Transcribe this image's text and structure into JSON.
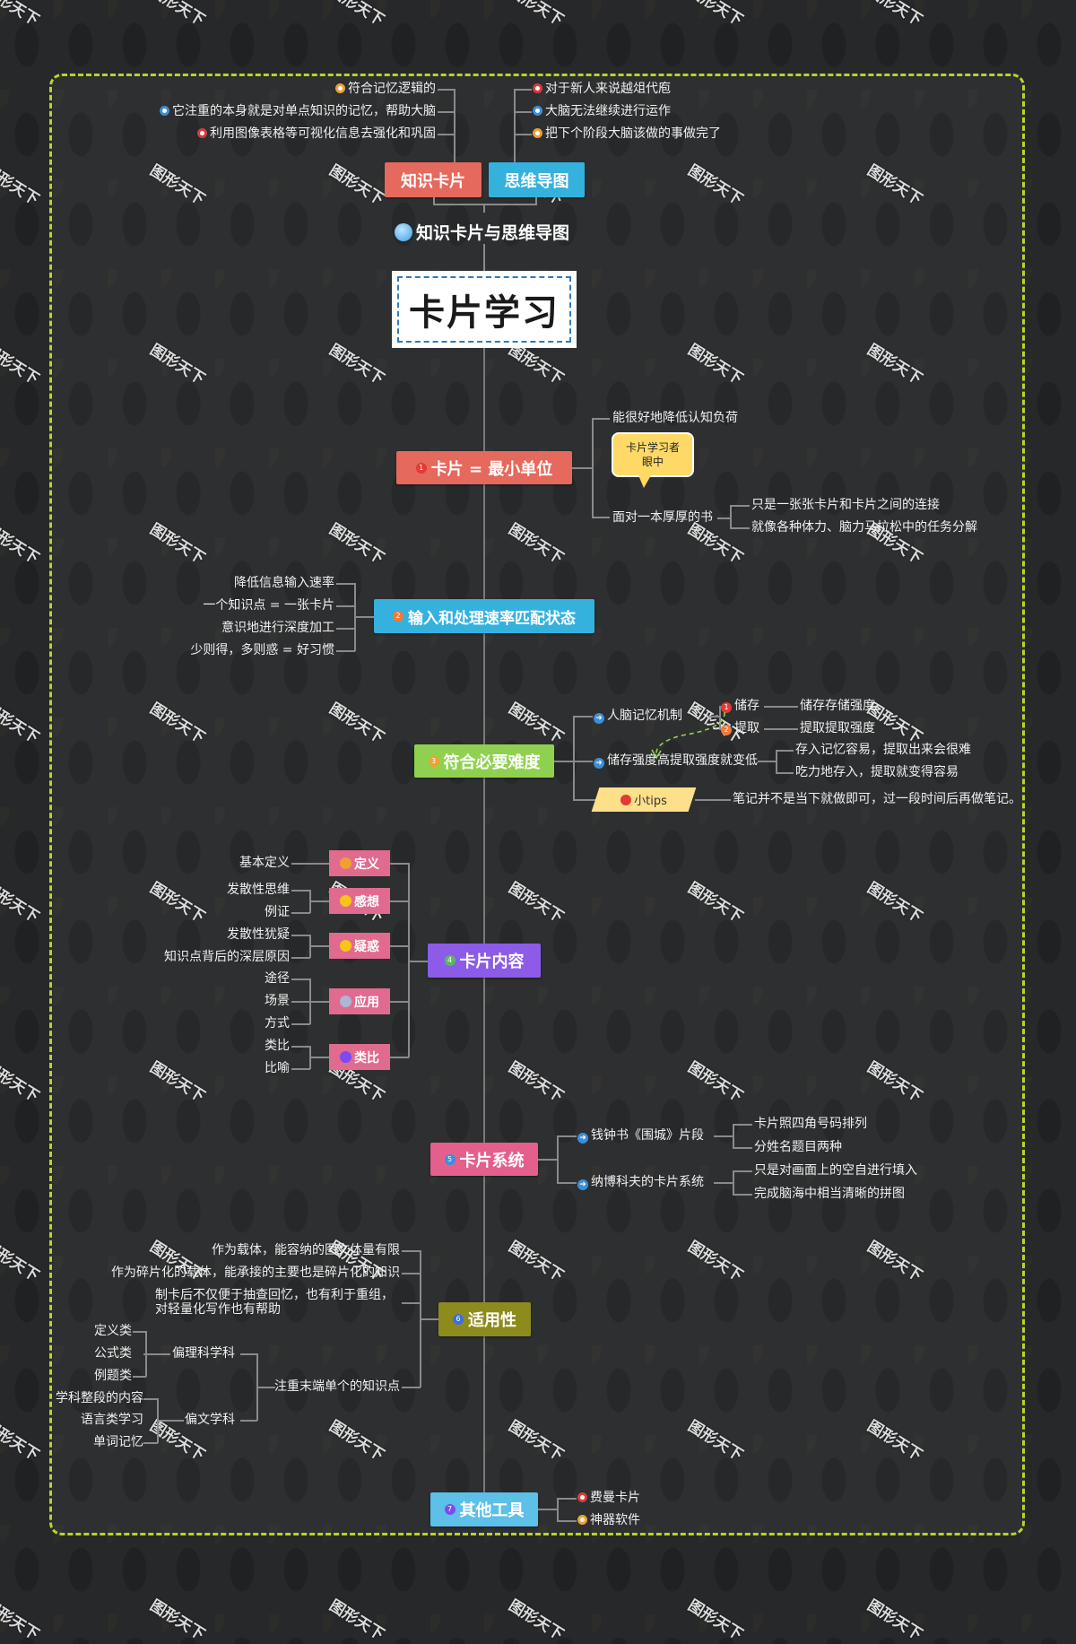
{
  "title": "卡片学习",
  "subtitle": "知识卡片与思维导图",
  "watermark": "图形天下",
  "colors": {
    "frame_border": "#b8d42a",
    "topic1": "#e5695c",
    "topic2": "#35b1de",
    "topic3": "#8fd14f",
    "topic4": "#8c5ce8",
    "topic5": "#e45f8c",
    "topic6": "#8e8b1d",
    "topic7": "#5cc0e8",
    "card_red": "#e5695c",
    "card_blue": "#35b1de",
    "sub_pink": "#e06b8f",
    "callout": "#ffd966"
  },
  "top": {
    "knowledge_card": {
      "label": "知识卡片",
      "items": [
        "符合记忆逻辑的",
        "它注重的本身就是对单点知识的记忆，帮助大脑",
        "利用图像表格等可视化信息去强化和巩固"
      ]
    },
    "mind_map": {
      "label": "思维导图",
      "items": [
        "对于新人来说越俎代庖",
        "大脑无法继续进行运作",
        "把下个阶段大脑该做的事做完了"
      ]
    }
  },
  "topics": [
    {
      "num": "1",
      "label": "卡片 = 最小单位",
      "children": [
        {
          "label": "能很好地降低认知负荷"
        },
        {
          "label": "面对一本厚厚的书",
          "children": [
            "只是一张张卡片和卡片之间的连接",
            "就像各种体力、脑力马拉松中的任务分解"
          ]
        }
      ],
      "callout": "卡片学习者眼中",
      "callout_lines": [
        "卡片学习者",
        "眼中"
      ]
    },
    {
      "num": "2",
      "label": "输入和处理速率匹配状态",
      "children": [
        "降低信息输入速率",
        "一个知识点 = 一张卡片",
        "意识地进行深度加工",
        "少则得，多则惑 = 好习惯"
      ]
    },
    {
      "num": "3",
      "label": "符合必要难度",
      "children": [
        {
          "label": "人脑记忆机制",
          "children": [
            {
              "num": "1",
              "label": "储存",
              "children": [
                "储存存储强度"
              ]
            },
            {
              "num": "2",
              "label": "提取",
              "children": [
                "提取提取强度"
              ]
            }
          ]
        },
        {
          "label": "储存强度高提取强度就变低",
          "children": [
            "存入记忆容易，提取出来会很难",
            "吃力地存入，提取就变得容易"
          ]
        },
        {
          "label": "小tips",
          "children": [
            "笔记并不是当下就做即可，过一段时间后再做笔记。"
          ]
        }
      ]
    },
    {
      "num": "4",
      "label": "卡片内容",
      "children": [
        {
          "label": "定义",
          "icon": "pin-icon",
          "children": [
            "基本定义"
          ]
        },
        {
          "label": "感想",
          "icon": "smile-icon",
          "children": [
            "发散性思维",
            "例证"
          ]
        },
        {
          "label": "疑惑",
          "icon": "confused-icon",
          "children": [
            "发散性犹疑",
            "知识点背后的深层原因"
          ]
        },
        {
          "label": "应用",
          "icon": "gamepad-icon",
          "children": [
            "途径",
            "场景",
            "方式"
          ]
        },
        {
          "label": "类比",
          "icon": "purple-circle-icon",
          "children": [
            "类比",
            "比喻"
          ]
        }
      ]
    },
    {
      "num": "5",
      "label": "卡片系统",
      "children": [
        {
          "label": "钱钟书《围城》片段",
          "children": [
            "卡片照四角号码排列",
            "分姓名题目两种"
          ]
        },
        {
          "label": "纳博科夫的卡片系统",
          "children": [
            "只是对画面上的空自进行填入",
            "完成脑海中相当清晰的拼图"
          ]
        }
      ]
    },
    {
      "num": "6",
      "label": "适用性",
      "children": [
        {
          "label": "作为载体，能容纳的图文体量有限"
        },
        {
          "label": "作为碎片化的载体，能承接的主要也是碎片化的知识"
        },
        {
          "label": "制卡后不仅便于抽查回忆，也有利于重组，对轻量化写作也有帮助",
          "lines": [
            "制卡后不仅便于抽查回忆，也有利于重组，",
            "对轻量化写作也有帮助"
          ]
        },
        {
          "label": "注重末端单个的知识点",
          "children": [
            {
              "label": "偏理科学科",
              "children": [
                "定义类",
                "公式类",
                "例题类"
              ]
            },
            {
              "label": "偏文学科",
              "children": [
                "学科整段的内容",
                "语言类学习",
                "单词记忆"
              ]
            }
          ]
        }
      ]
    },
    {
      "num": "7",
      "label": "其他工具",
      "children": [
        {
          "label": "费曼卡片",
          "icon": "heart-icon"
        },
        {
          "label": "神器软件",
          "icon": "exclamation-icon"
        }
      ]
    }
  ]
}
